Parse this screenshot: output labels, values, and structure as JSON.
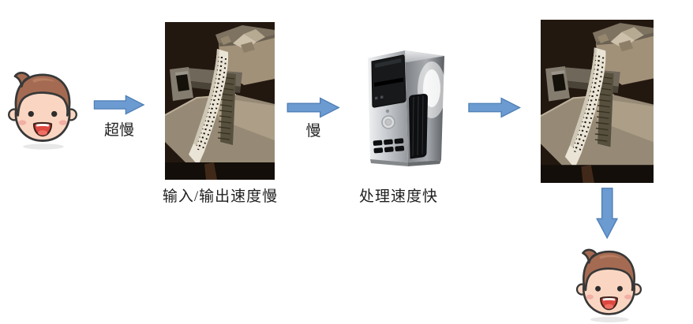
{
  "page": {
    "background": "#ffffff"
  },
  "flow": {
    "person_left": {
      "icon": "boy-face-icon"
    },
    "arrow_1": {
      "label": "超慢",
      "direction": "right"
    },
    "io_device": {
      "caption": "输入/输出速度慢",
      "icon": "punched-paper-tape-teletype-photo"
    },
    "arrow_2": {
      "label": "慢",
      "direction": "right"
    },
    "processor": {
      "caption": "处理速度快",
      "icon": "desktop-tower-computer-photo"
    },
    "arrow_3": {
      "direction": "right"
    },
    "io_device_output": {
      "icon": "punched-paper-tape-teletype-photo"
    },
    "arrow_4": {
      "direction": "down"
    },
    "person_right": {
      "icon": "boy-face-icon"
    }
  },
  "colors": {
    "page_bg": "#ffffff",
    "arrow_fill": "#6c9bd2",
    "arrow_stroke": "#4f7fb5",
    "caption_text": "#1f1f1f",
    "face_skin": "#fad6c2",
    "face_hair": "#a56b52",
    "photo_bg": "#231810"
  }
}
